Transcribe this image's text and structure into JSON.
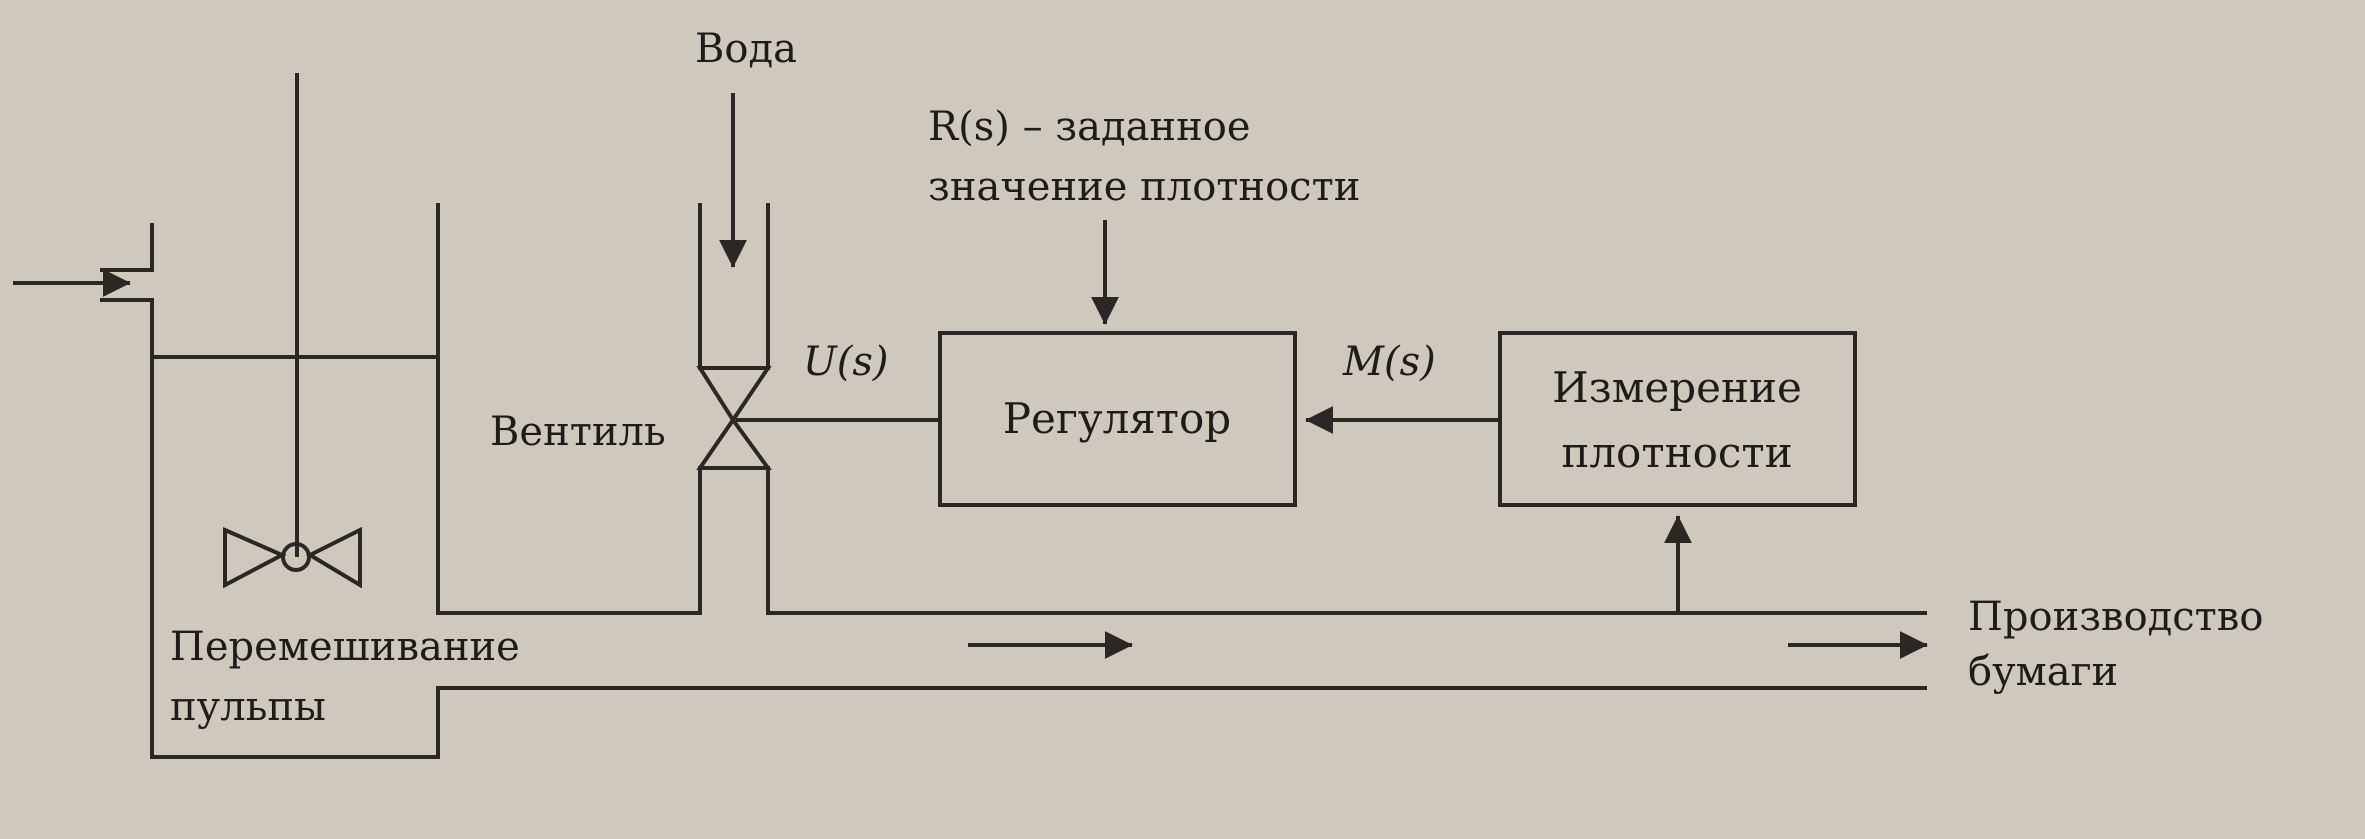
{
  "labels": {
    "water": "Вода",
    "setpoint_line1": "R(s) – заданное",
    "setpoint_line2": "значение плотности",
    "control_signal": "U(s)",
    "measured_signal": "M(s)",
    "valve": "Вентиль",
    "mixing_line1": "Перемешивание",
    "mixing_line2": "пульпы",
    "output_line1": "Производство",
    "output_line2": "бумаги"
  },
  "blocks": {
    "regulator": "Регулятор",
    "measurement_line1": "Измерение",
    "measurement_line2": "плотности"
  },
  "colors": {
    "background": "#cfc8bd",
    "ink": "#2a2724"
  }
}
